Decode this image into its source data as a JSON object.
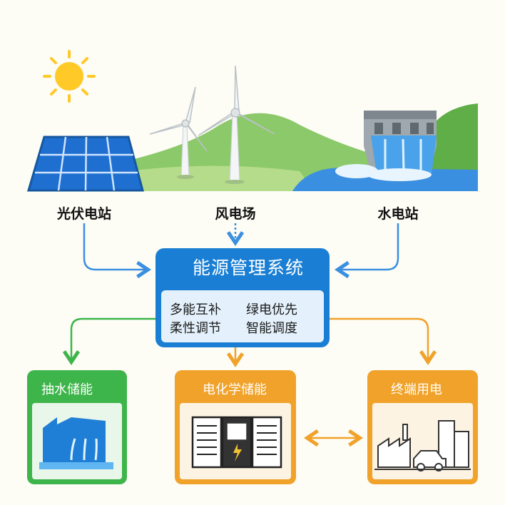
{
  "sources": [
    {
      "label": "光伏电站",
      "icon": "solar-panel-icon"
    },
    {
      "label": "风电场",
      "icon": "wind-turbine-icon"
    },
    {
      "label": "水电站",
      "icon": "hydro-dam-icon"
    }
  ],
  "ems": {
    "title": "能源管理系统",
    "features": [
      "多能互补",
      "绿电优先",
      "柔性调节",
      "智能调度"
    ]
  },
  "outputs": [
    {
      "label": "抽水储能",
      "color": "#3db54a",
      "icon": "pumped-storage-icon"
    },
    {
      "label": "电化学储能",
      "color": "#f0a22a",
      "icon": "battery-cabinet-icon"
    },
    {
      "label": "终端用电",
      "color": "#f0a22a",
      "icon": "city-factory-car-icon"
    }
  ],
  "colors": {
    "blue": "#1a7fd4",
    "green": "#3db54a",
    "orange": "#f0a22a",
    "background": "#fdfcf5"
  }
}
